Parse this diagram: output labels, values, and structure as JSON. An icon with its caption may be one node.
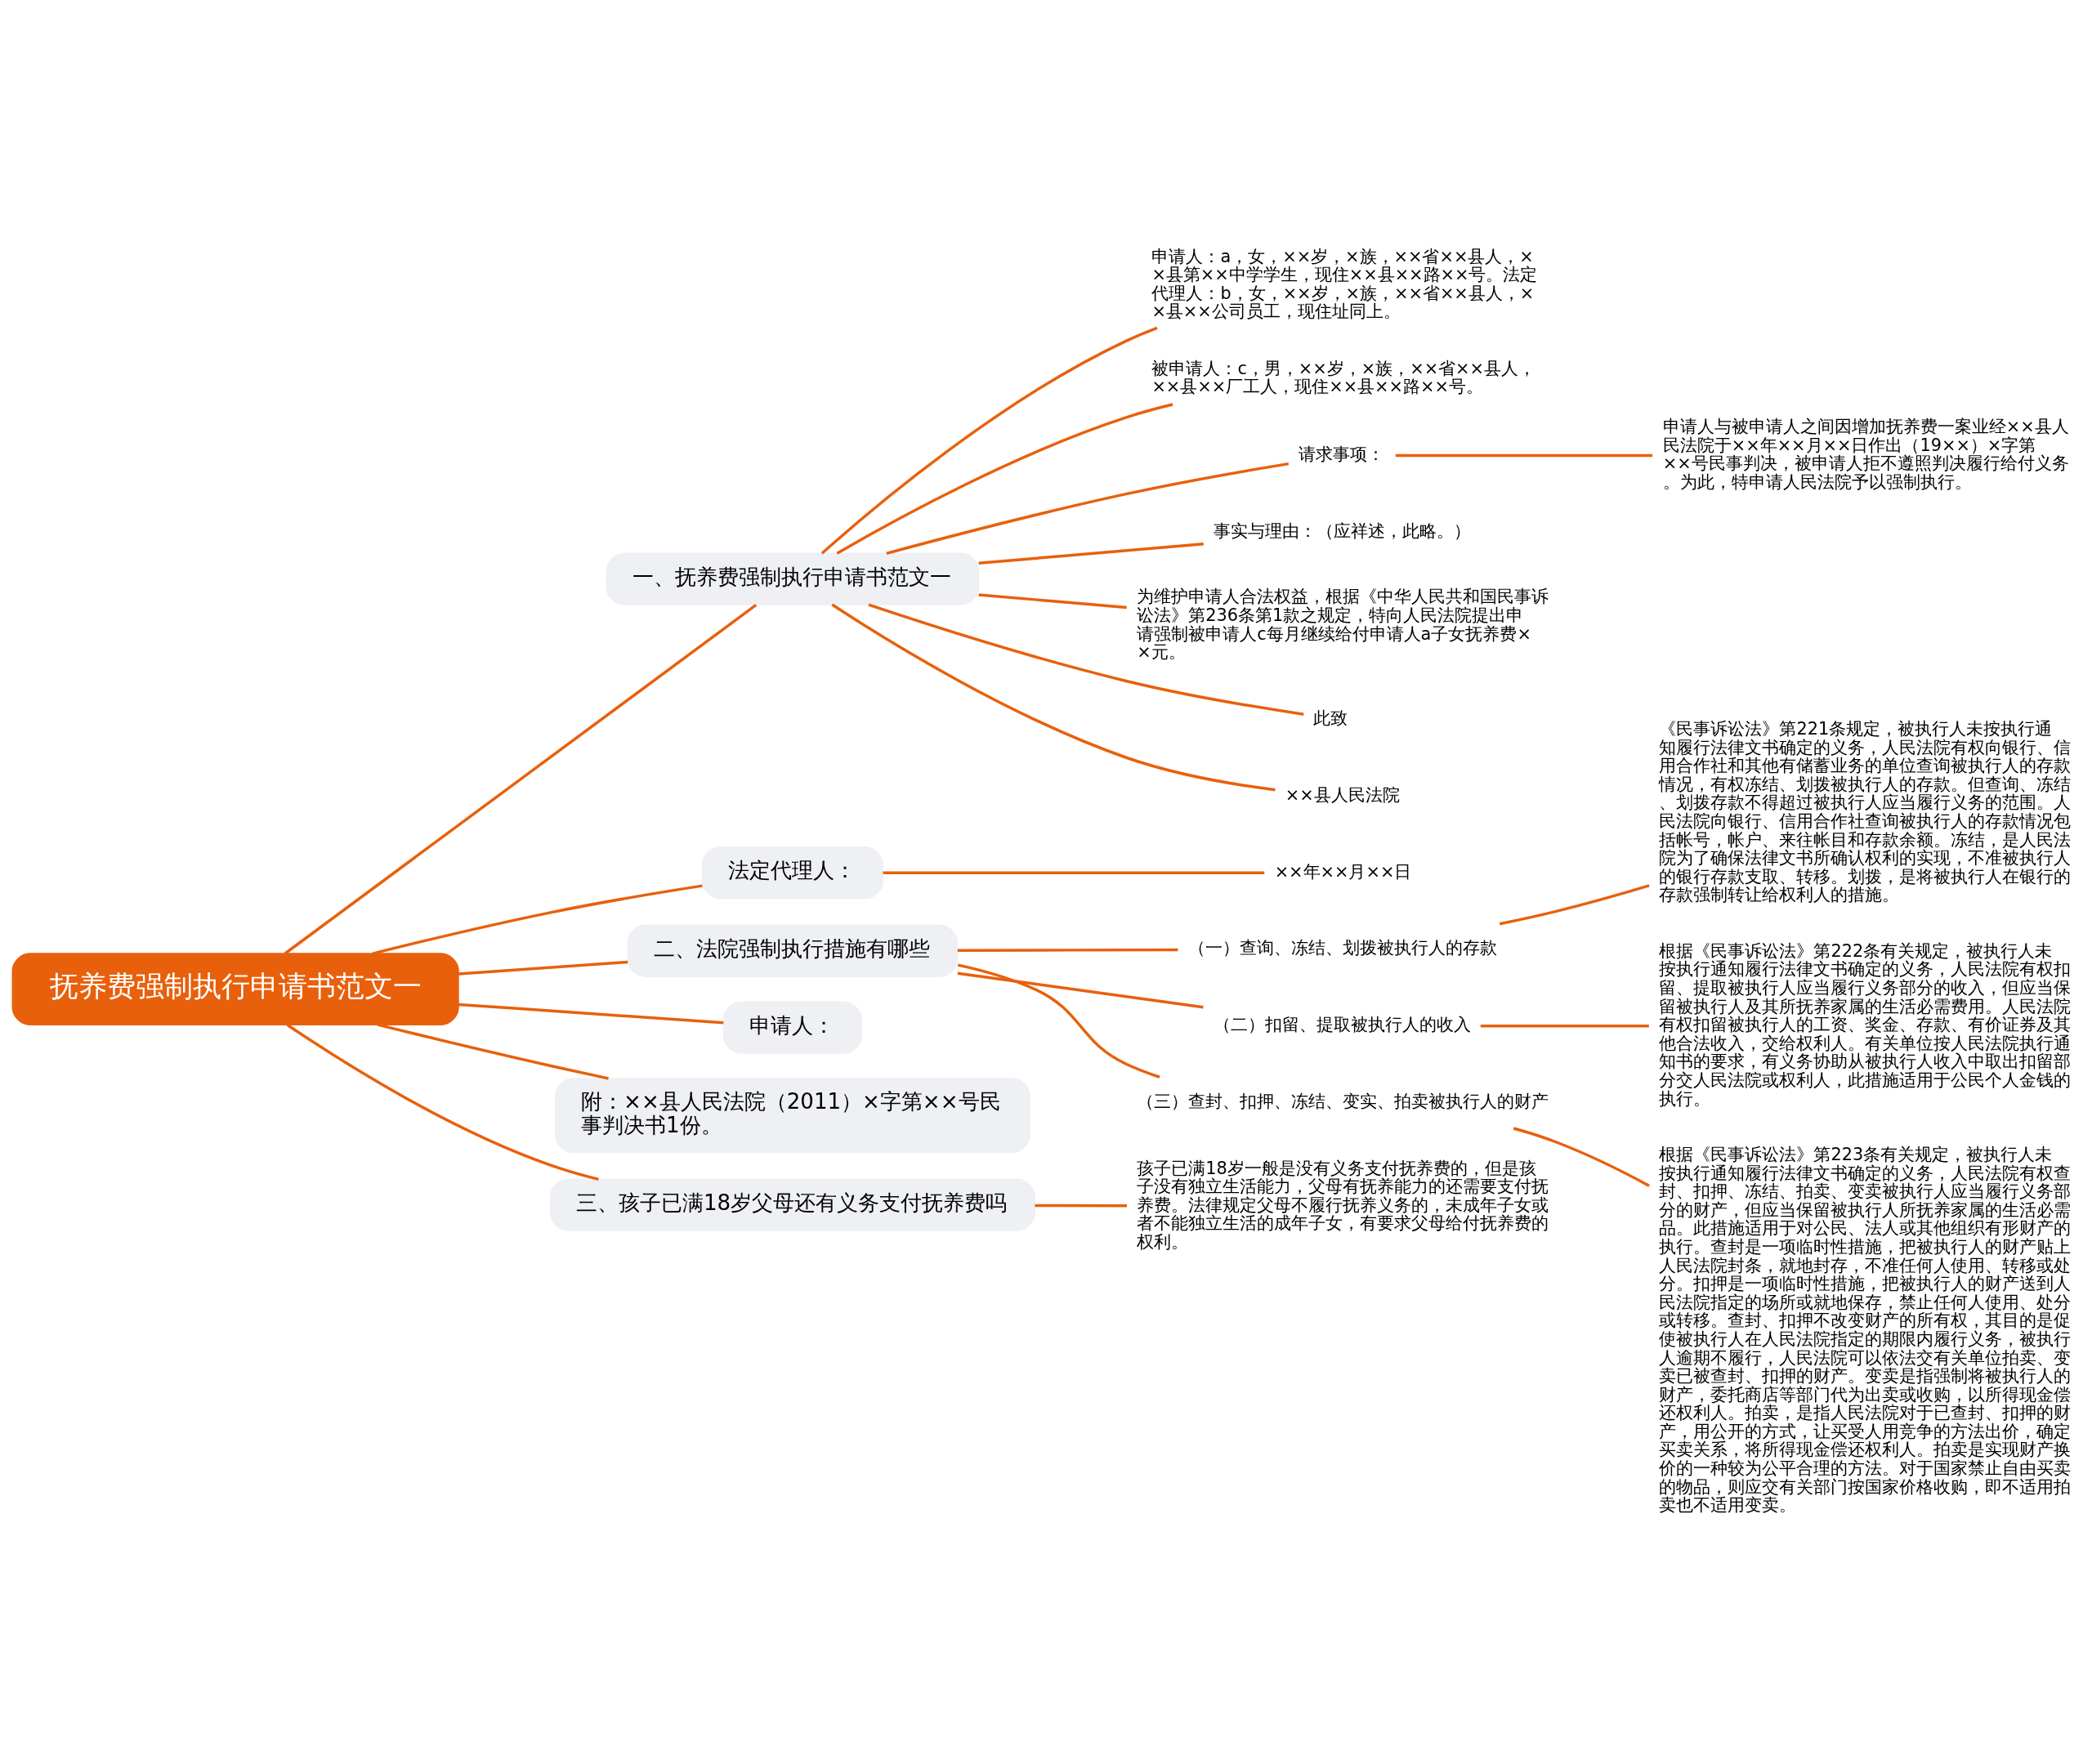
{
  "diagram": {
    "nodes": [
      {
        "text": [
          "抚养费强制执行申请书范文一"
        ]
      },
      {
        "text": [
          "一、抚养费强制执行申请书范文一"
        ]
      },
      {
        "text": [
          "申请人：a，女，××岁，×族，××省××县人，××县第××中学学生，现住××县××路××号。法定代理人：b，女，××岁，×族，××省××县人，××县××公司员工，现住址同上。"
        ]
      },
      {
        "text": [
          "被申请人：c，男，××岁，×族，××省××县人，××县××厂工人，现住××县××路××号。"
        ]
      },
      {
        "text": [
          "请求事项："
        ]
      },
      {
        "text": [
          "申请人与被申请人之间因增加抚养费一案业经××县人民法院于××年××月××日作出（19××）×字第××号民事判决，被申请人拒不遵照判决履行给付义务。为此，特申请人民法院予以强制执行。"
        ]
      },
      {
        "text": [
          "事实与理由：（应祥述，此略。）"
        ]
      },
      {
        "text": [
          "为维护申请人合法权益，根据《中华人民共和国民事诉讼法》第236条第1款之规定，特向人民法院提出申请强制被申请人c每月继续给付申请人a子女抚养费××元。"
        ]
      },
      {
        "text": [
          "此致"
        ]
      },
      {
        "text": [
          "××县人民法院"
        ]
      },
      {
        "text": [
          "法定代理人："
        ]
      },
      {
        "text": [
          "××年××月××日"
        ]
      },
      {
        "text": [
          "二、法院强制执行措施有哪些"
        ]
      },
      {
        "text": [
          "（一）查询、冻结、划拨被执行人的存款"
        ]
      },
      {
        "text": [
          "《民事诉讼法》第221条规定，被执行人未按执行通知履行法律文书确定的义务，人民法院有权向银行、信用合作社和其他有储蓄业务的单位查询被执行人的存款情况，有权冻结、划拨被执行人的存款。但查询、冻结、划拨存款不得超过被执行人应当履行义务的范围。人民法院向银行、信用合作社查询被执行人的存款情况包括帐号，帐户、来往帐目和存款余额。冻结，是人民法院为了确保法律文书所确认权利的实现，不准被执行人的银行存款支取、转移。划拨，是将被执行人在银行的存款强制转让给权利人的措施。"
        ]
      },
      {
        "text": [
          "（二）扣留、提取被执行人的收入"
        ]
      },
      {
        "text": [
          "根据《民事诉讼法》第222条有关规定，被执行人未按执行通知履行法律文书确定的义务，人民法院有权扣留、提取被执行人应当履行义务部分的收入，但应当保留被执行人及其所抚养家属的生活必需费用。人民法院有权扣留被执行人的工资、奖金、存款、有价证券及其他合法收入，交给权利人。有关单位按人民法院执行通知书的要求，有义务协助从被执行人收入中取出扣留部分交人民法院或权利人，此措施适用于公民个人金钱的执行。"
        ]
      },
      {
        "text": [
          "（三）查封、扣押、冻结、变实、拍卖被执行人的财产"
        ]
      },
      {
        "text": [
          "根据《民事诉讼法》第223条有关规定，被执行人未按执行通知履行法律文书确定的义务，人民法院有权查封、扣押、冻结、拍卖、变卖被执行人应当履行义务部分的财产，但应当保留被执行人所抚养家属的生活必需品。此措施适用于对公民、法人或其他组织有形财产的执行。查封是一项临时性措施，把被执行人的财产贴上人民法院封条，就地封存，不准任何人使用、转移或处分。扣押是一项临时性措施，把被执行人的财产送到人民法院指定的场所或就地保存，禁止任何人使用、处分或转移。查封、扣押不改变财产的所有权，其目的是促使被执行人在人民法院指定的期限内履行义务，被执行人逾期不履行，人民法院可以依法交有关单位拍卖、变卖已被查封、扣押的财产。变卖是指强制将被执行人的财产，委托商店等部门代为出卖或收购，以所得现金偿还权利人。拍卖，是指人民法院对于已查封、扣押的财产，用公开的方式，让买受人用竞争的方法出价，确定买卖关系，将所得现金偿还权利人。拍卖是实现财产换价的一种较为公平合理的方法。对于国家禁止自由买卖的物品，则应交有关部门按国家价格收购，即不适用拍卖也不适用变卖。"
        ]
      },
      {
        "text": [
          "申请人："
        ]
      },
      {
        "text": [
          "附：××县人民法院（2011）×字第××号民事判决书1份。"
        ]
      },
      {
        "text": [
          "三、孩子已满18岁父母还有义务支付抚养费吗"
        ]
      },
      {
        "text": [
          "孩子已满18岁一般是没有义务支付抚养费的，但是孩子没有独立生活能力，父母有抚养能力的还需要支付抚养费。法律规定父母不履行抚养义务的，未成年子女或者不能独立生活的成年子女，有要求父母给付抚养费的权利。"
        ]
      }
    ],
    "edges": [
      {
        "from": 0,
        "to": 1,
        "arrow": "none"
      },
      {
        "from": 1,
        "to": 2,
        "arrow": "none"
      },
      {
        "from": 1,
        "to": 3,
        "arrow": "none"
      },
      {
        "from": 1,
        "to": 4,
        "arrow": "none"
      },
      {
        "from": 4,
        "to": 5,
        "arrow": "none"
      },
      {
        "from": 1,
        "to": 6,
        "arrow": "none"
      },
      {
        "from": 1,
        "to": 7,
        "arrow": "none"
      },
      {
        "from": 1,
        "to": 8,
        "arrow": "none"
      },
      {
        "from": 1,
        "to": 9,
        "arrow": "none"
      },
      {
        "from": 0,
        "to": 10,
        "arrow": "none"
      },
      {
        "from": 10,
        "to": 11,
        "arrow": "none"
      },
      {
        "from": 0,
        "to": 12,
        "arrow": "none"
      },
      {
        "from": 12,
        "to": 13,
        "arrow": "none"
      },
      {
        "from": 13,
        "to": 14,
        "arrow": "none"
      },
      {
        "from": 12,
        "to": 15,
        "arrow": "none"
      },
      {
        "from": 15,
        "to": 16,
        "arrow": "none"
      },
      {
        "from": 12,
        "to": 17,
        "arrow": "none"
      },
      {
        "from": 17,
        "to": 18,
        "arrow": "none"
      },
      {
        "from": 0,
        "to": 19,
        "arrow": "none"
      },
      {
        "from": 0,
        "to": 20,
        "arrow": "none"
      },
      {
        "from": 0,
        "to": 21,
        "arrow": "none"
      },
      {
        "from": 21,
        "to": 22,
        "arrow": "none"
      }
    ]
  }
}
